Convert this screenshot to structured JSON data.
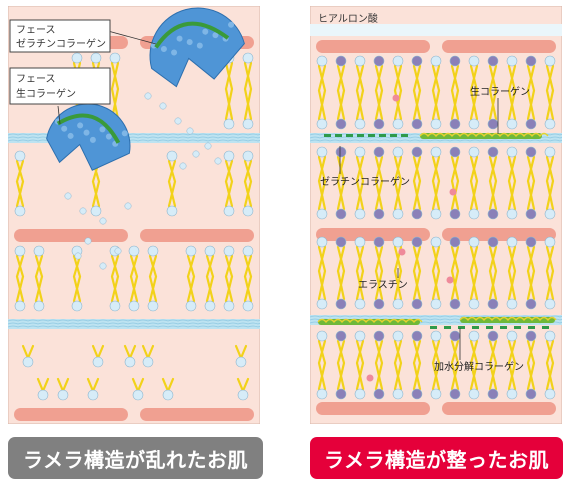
{
  "left_panel": {
    "label_gelatin": [
      "フェース",
      "ゼラチンコラーゲン"
    ],
    "label_raw": [
      "フェース",
      "生コラーゲン"
    ],
    "caption": "ラメラ構造が乱れたお肌"
  },
  "right_panel": {
    "label_hyaluronic": "ヒアルロン酸",
    "label_raw_collagen": "生コラーゲン",
    "label_gelatin_collagen": "ゼラチンコラーゲン",
    "label_elastin": "エラスチン",
    "label_hydrolyzed_collagen": "加水分解コラーゲン",
    "caption": "ラメラ構造が整ったお肌"
  },
  "colors": {
    "panel_bg": "#fbe2d9",
    "lipid_head_light": "#d6ecf8",
    "lipid_head_purple": "#8a80b8",
    "lipid_tail": "#f2d21a",
    "keratinocyte": "#f0a091",
    "water_layer": "#bde3f1",
    "sphere": "#4f95d6",
    "accent_red": "#e5003a",
    "caption_gray": "#808080"
  },
  "icons": [
    "lipid-bilayer-icon",
    "collagen-sphere-icon",
    "collagen-fiber-icon"
  ]
}
